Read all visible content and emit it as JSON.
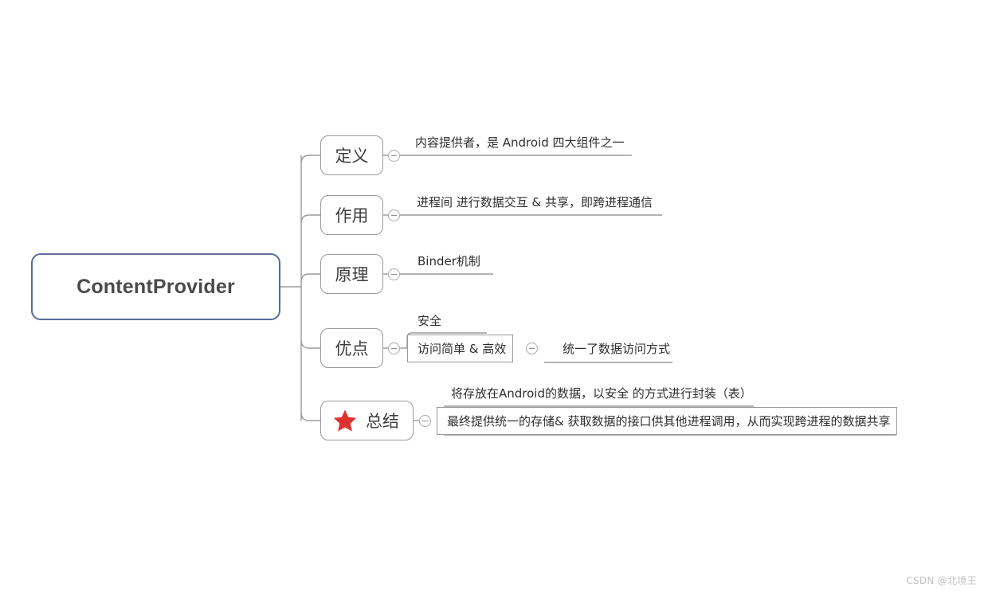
{
  "document": {
    "type": "mind-map",
    "root": {
      "label": "ContentProvider",
      "border_color": "#5a6b9c"
    },
    "branches": [
      {
        "id": "definition",
        "label": "定义",
        "toggle": "collapse-minus",
        "details": [
          {
            "text": "内容提供者，是 Android 四大组件之一",
            "style": "underline"
          }
        ]
      },
      {
        "id": "purpose",
        "label": "作用",
        "toggle": "collapse-minus",
        "details": [
          {
            "text": "进程间 进行数据交互 & 共享，即跨进程通信",
            "style": "underline"
          }
        ]
      },
      {
        "id": "principle",
        "label": "原理",
        "toggle": "collapse-minus",
        "details": [
          {
            "text": "Binder机制",
            "style": "underline"
          }
        ]
      },
      {
        "id": "advantages",
        "label": "优点",
        "toggle": "collapse-minus",
        "details": [
          {
            "text": "安全",
            "style": "underline"
          },
          {
            "text": "访问简单 & 高效",
            "style": "box"
          },
          {
            "text": "统一了数据访问方式",
            "style": "underline",
            "toggle": "collapse-minus"
          }
        ]
      },
      {
        "id": "summary",
        "label": "总结",
        "icon": "red-star-icon",
        "icon_color": "#e03131",
        "toggle": "collapse-minus",
        "details": [
          {
            "text": "将存放在Android的数据，以安全 的方式进行封装（表）",
            "style": "underline"
          },
          {
            "text": "最终提供统一的存储& 获取数据的接口供其他进程调用，从而实现跨进程的数据共享",
            "style": "box"
          }
        ]
      }
    ]
  },
  "watermark": {
    "text": "CSDN @北境王"
  }
}
